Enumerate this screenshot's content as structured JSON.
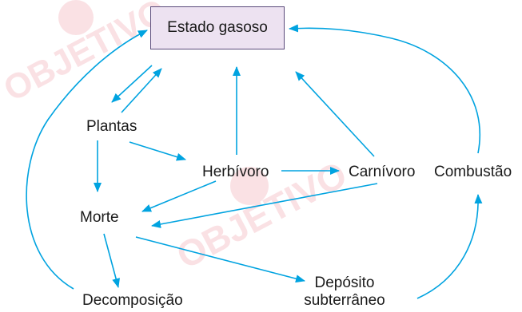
{
  "nodes": {
    "estado_gasoso": "Estado gasoso",
    "plantas": "Plantas",
    "herbivoro": "Herbívoro",
    "carnivoro": "Carnívoro",
    "combustao": "Combustão",
    "morte": "Morte",
    "decomposicao": "Decomposição",
    "deposito_line1": "Depósito",
    "deposito_line2": "subterrâneo"
  },
  "watermark": {
    "text": "OBJETIVO",
    "color": "#f6c9cf"
  },
  "colors": {
    "arrow": "#00a3e0",
    "box_fill": "#ede2f1",
    "box_border": "#5a4a7a"
  }
}
